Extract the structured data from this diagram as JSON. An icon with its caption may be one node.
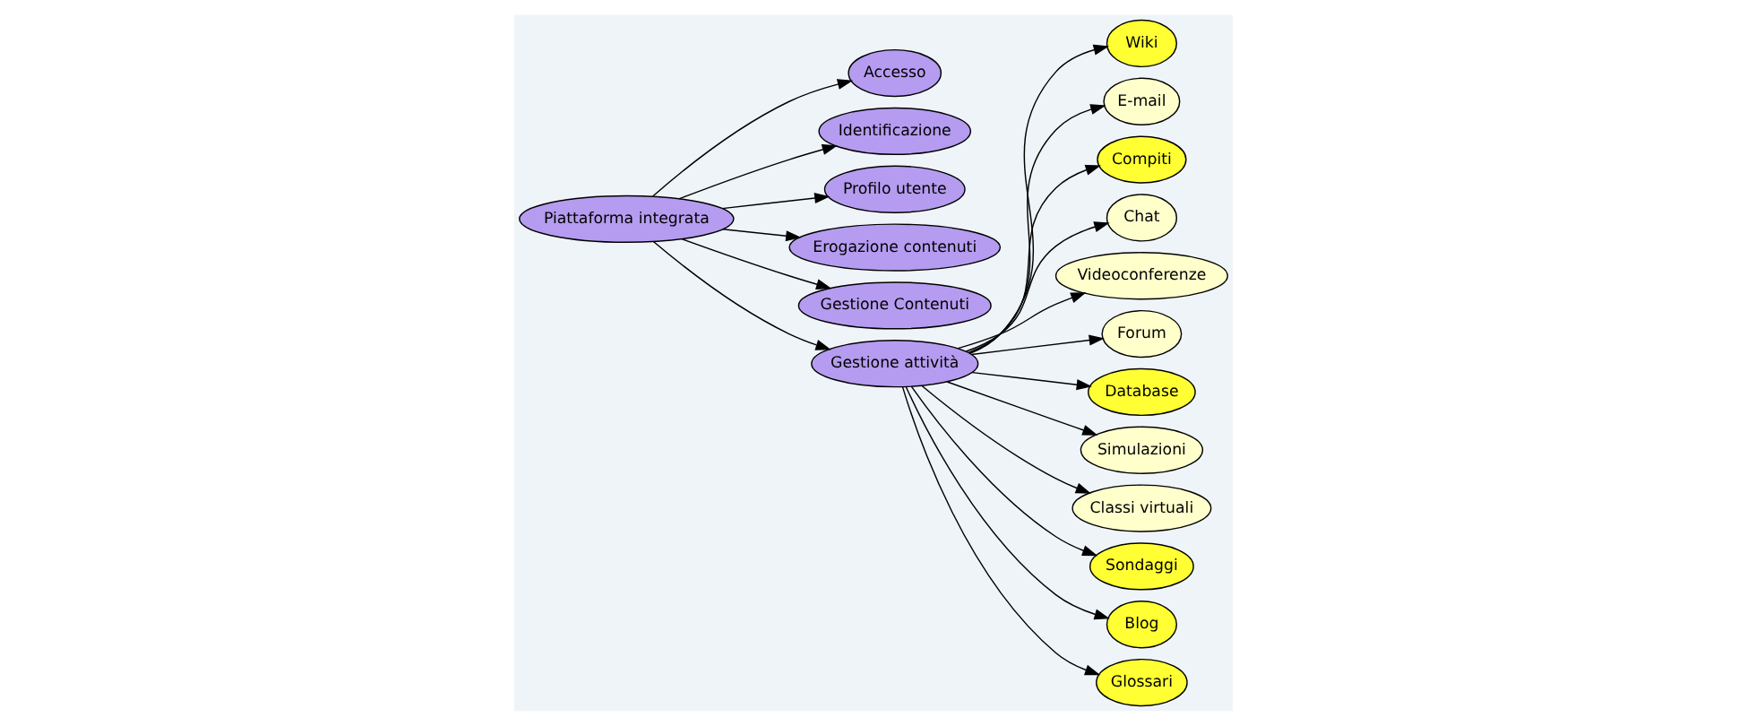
{
  "diagram": {
    "nodes": [
      {
        "text": [
          "Piattaforma integrata"
        ]
      },
      {
        "text": [
          "Accesso"
        ]
      },
      {
        "text": [
          "Identificazione"
        ]
      },
      {
        "text": [
          "Profilo utente"
        ]
      },
      {
        "text": [
          "Erogazione contenuti"
        ]
      },
      {
        "text": [
          "Gestione Contenuti"
        ]
      },
      {
        "text": [
          "Wiki"
        ]
      },
      {
        "text": [
          "Gestione attività"
        ]
      },
      {
        "text": [
          "E-mail"
        ]
      },
      {
        "text": [
          "Compiti"
        ]
      },
      {
        "text": [
          "Chat"
        ]
      },
      {
        "text": [
          "Videoconferenze"
        ]
      },
      {
        "text": [
          "Forum"
        ]
      },
      {
        "text": [
          "Database"
        ]
      },
      {
        "text": [
          "Simulazioni"
        ]
      },
      {
        "text": [
          "Classi virtuali"
        ]
      },
      {
        "text": [
          "Sondaggi"
        ]
      },
      {
        "text": [
          "Blog"
        ]
      },
      {
        "text": [
          "Glossari"
        ]
      }
    ],
    "edges": [
      {
        "from": 0,
        "to": 1,
        "arrow": "to"
      },
      {
        "from": 0,
        "to": 2,
        "arrow": "to"
      },
      {
        "from": 0,
        "to": 3,
        "arrow": "to"
      },
      {
        "from": 0,
        "to": 4,
        "arrow": "to"
      },
      {
        "from": 0,
        "to": 5,
        "arrow": "to"
      },
      {
        "from": 0,
        "to": 7,
        "arrow": "to"
      },
      {
        "from": 7,
        "to": 6,
        "arrow": "to"
      },
      {
        "from": 7,
        "to": 8,
        "arrow": "to"
      },
      {
        "from": 7,
        "to": 9,
        "arrow": "to"
      },
      {
        "from": 7,
        "to": 10,
        "arrow": "to"
      },
      {
        "from": 7,
        "to": 11,
        "arrow": "to"
      },
      {
        "from": 7,
        "to": 12,
        "arrow": "to"
      },
      {
        "from": 7,
        "to": 13,
        "arrow": "to"
      },
      {
        "from": 7,
        "to": 14,
        "arrow": "to"
      },
      {
        "from": 7,
        "to": 15,
        "arrow": "to"
      },
      {
        "from": 7,
        "to": 16,
        "arrow": "to"
      },
      {
        "from": 7,
        "to": 17,
        "arrow": "to"
      },
      {
        "from": 7,
        "to": 18,
        "arrow": "to"
      }
    ]
  }
}
